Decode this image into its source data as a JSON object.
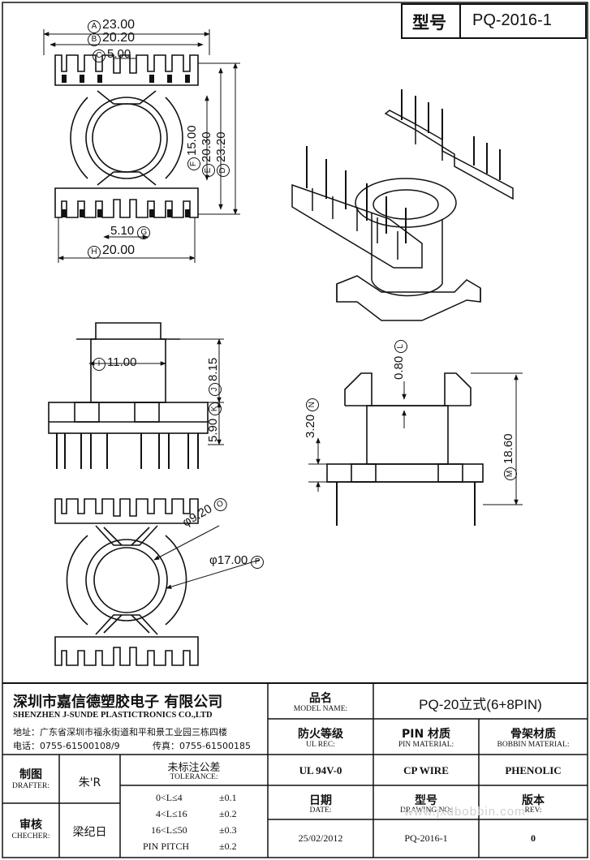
{
  "header": {
    "model_label": "型号",
    "model_value": "PQ-2016-1"
  },
  "dimensions": {
    "A": {
      "letter": "A",
      "text": "23.00"
    },
    "B": {
      "letter": "B",
      "text": "20.20"
    },
    "C": {
      "letter": "C",
      "text": "5.00"
    },
    "D": {
      "letter": "D",
      "text": "23.20"
    },
    "E": {
      "letter": "E",
      "text": "20.30"
    },
    "F": {
      "letter": "F",
      "text": "15.00"
    },
    "G": {
      "letter": "G",
      "text": "5.10"
    },
    "H": {
      "letter": "H",
      "text": "20.00"
    },
    "I": {
      "letter": "I",
      "text": "11.00"
    },
    "J": {
      "letter": "J",
      "text": "8.15"
    },
    "K": {
      "letter": "K",
      "text": "5.90"
    },
    "L": {
      "letter": "L",
      "text": "0.80"
    },
    "M": {
      "letter": "M",
      "text": "18.60"
    },
    "N": {
      "letter": "N",
      "text": "3.20"
    },
    "O": {
      "letter": "O",
      "text": "φ9.20"
    },
    "P": {
      "letter": "P",
      "text": "φ17.00"
    }
  },
  "title_block": {
    "company_cn": "深圳市嘉信德塑胶电子 有限公司",
    "company_en": "SHENZHEN J-SUNDE PLASTICTRONICS CO.,LTD",
    "address": "地址：广东省深圳市福永街道和平和景工业园三栋四楼",
    "phone": "电话：0755-61500108/9",
    "fax": "传真：0755-61500185",
    "model_name_cn": "品名",
    "model_name_en": "MODEL NAME:",
    "model_name_value": "PQ-20立式(6+8PIN)",
    "ul_rec_cn": "防火等级",
    "ul_rec_en": "UL REC:",
    "pin_material_cn": "PIN 材质",
    "pin_material_en": "PIN MATERIAL:",
    "bobbin_material_cn": "骨架材质",
    "bobbin_material_en": "BOBBIN MATERIAL:",
    "ul_value": "UL 94V-0",
    "pin_value": "CP WIRE",
    "bobbin_value": "PHENOLIC",
    "drafter_cn": "制图",
    "drafter_en": "DRAFTER:",
    "drafter_value": "朱'R",
    "checker_cn": "审核",
    "checker_en": "CHECHER:",
    "checker_value": "梁纪日",
    "tolerance_cn": "未标注公差",
    "tolerance_en": "TOLERANCE:",
    "tolerances": [
      {
        "range": "0<L≤4",
        "value": "±0.1"
      },
      {
        "range": "4<L≤16",
        "value": "±0.2"
      },
      {
        "range": "16<L≤50",
        "value": "±0.3"
      },
      {
        "range": "PIN PITCH",
        "value": "±0.2"
      }
    ],
    "date_cn": "日期",
    "date_en": "DATE:",
    "date_value": "25/02/2012",
    "drawing_no_cn": "型号",
    "drawing_no_en": "DRAWING NO:",
    "drawing_no_value": "PQ-2016-1",
    "rev_cn": "版本",
    "rev_en": "REV:",
    "rev_value": "0"
  },
  "watermark": "www.jxdbobbin.com"
}
